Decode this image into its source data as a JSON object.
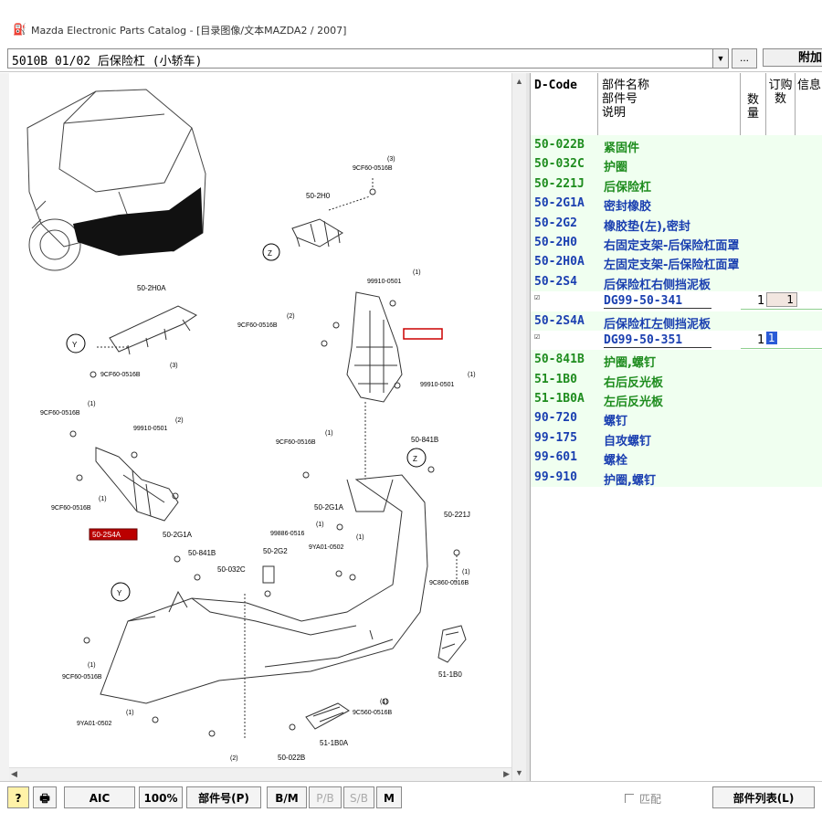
{
  "window": {
    "icon": "mazda-catalog-icon",
    "title": "Mazda Electronic Parts Catalog - [目录图像/文本MAZDA2 / 2007]"
  },
  "toolbar": {
    "section_select_value": "5010B 01/02 后保险杠 (小轿车)",
    "dropdown_arrow": "▼",
    "ellipsis_label": "...",
    "attach_label": "附加"
  },
  "diagram": {
    "labels": {
      "l1_qty": "(3)",
      "l1_code": "9CF60-0516B",
      "l2": "50-2H0",
      "l3": "Z",
      "l4": "50-2H0A",
      "l5": "Y",
      "l6_qty": "(3)",
      "l6_code": "9CF60-0516B",
      "l7_qty": "(1)",
      "l7_code": "99910-0501",
      "l8_qty": "(2)",
      "l8_code": "9CF60-0516B",
      "l9": "50-2S4",
      "l10_qty": "(1)",
      "l10_code": "99910-0501",
      "l11_qty": "(1)",
      "l11_code": "9CF60-0516B",
      "l12_qty": "(2)",
      "l12_code": "99910-0501",
      "l13_qty": "(1)",
      "l13_code": "9CF60-0516B",
      "l14": "50-2S4A",
      "l15_qty": "(1)",
      "l15_code": "9CF60-0516B",
      "l16": "Z",
      "l17": "50-841B",
      "l18": "50-2G1A",
      "l19": "50-221J",
      "l20": "50-2G1A",
      "l21_qty": "(1)",
      "l21_code": "99886-0516",
      "l22_qty": "(1)",
      "l22_code": "9YA01-0502",
      "l23": "50-841B",
      "l24": "50-2G2",
      "l25": "50-032C",
      "l26": "Y",
      "l27_qty": "(1)",
      "l27_code": "9C860-0516B",
      "l28_qty": "(1)",
      "l28_code": "9CF60-0516B",
      "l29": "51-1B0",
      "l30_qty": "(1)",
      "l30_code": "9YA01-0502",
      "l31_qty": "(1)",
      "l31_code": "9C560-0516B",
      "l32": "51-1B0A",
      "l33": "50-022B",
      "l34": "(2)"
    }
  },
  "parts_table": {
    "headers": {
      "code": "D-Code",
      "name_line1": "部件名称",
      "name_line2": "部件号",
      "name_line3": "说明",
      "qty": "数量",
      "order": "订购数",
      "info": "信息"
    },
    "rows": [
      {
        "type": "part",
        "color": "green",
        "code": "50-022B",
        "name": "紧固件"
      },
      {
        "type": "part",
        "color": "green",
        "code": "50-032C",
        "name": "护圈"
      },
      {
        "type": "part",
        "color": "green",
        "code": "50-221J",
        "name": "后保险杠"
      },
      {
        "type": "part",
        "color": "blue",
        "code": "50-2G1A",
        "name": "密封橡胶"
      },
      {
        "type": "part",
        "color": "blue",
        "code": "50-2G2",
        "name": "橡胶垫(左),密封"
      },
      {
        "type": "part",
        "color": "blue",
        "code": "50-2H0",
        "name": "右固定支架-后保险杠面罩"
      },
      {
        "type": "part",
        "color": "blue",
        "code": "50-2H0A",
        "name": "左固定支架-后保险杠面罩"
      },
      {
        "type": "part",
        "color": "blue",
        "code": "50-2S4",
        "name": "后保险杠右侧挡泥板"
      },
      {
        "type": "detail",
        "check": "☑",
        "part_no": "DG99-50-341",
        "qty": "1",
        "order": "1",
        "selected": false
      },
      {
        "type": "part",
        "color": "blue",
        "code": "50-2S4A",
        "name": "后保险杠左侧挡泥板"
      },
      {
        "type": "detail",
        "check": "☑",
        "part_no": "DG99-50-351",
        "qty": "1",
        "order": "1",
        "selected": true
      },
      {
        "type": "part",
        "color": "green",
        "code": "50-841B",
        "name": "护圈,螺钉"
      },
      {
        "type": "part",
        "color": "green",
        "code": "51-1B0",
        "name": "右后反光板"
      },
      {
        "type": "part",
        "color": "green",
        "code": "51-1B0A",
        "name": "左后反光板"
      },
      {
        "type": "part",
        "color": "blue",
        "code": "90-720",
        "name": "螺钉"
      },
      {
        "type": "part",
        "color": "blue",
        "code": "99-175",
        "name": "自攻螺钉"
      },
      {
        "type": "part",
        "color": "blue",
        "code": "99-601",
        "name": "螺栓"
      },
      {
        "type": "part",
        "color": "blue",
        "code": "99-910",
        "name": "护圈,螺钉"
      }
    ]
  },
  "bottom_bar": {
    "help_label": "?",
    "print_icon": "printer-icon",
    "aic_label": "AIC",
    "zoom_label": "100%",
    "partno_label": "部件号(P)",
    "bm_label": "B/M",
    "pb_label": "P/B",
    "sb_label": "S/B",
    "m_label": "M",
    "match_label": "匹配",
    "parts_list_label": "部件列表(L)"
  }
}
